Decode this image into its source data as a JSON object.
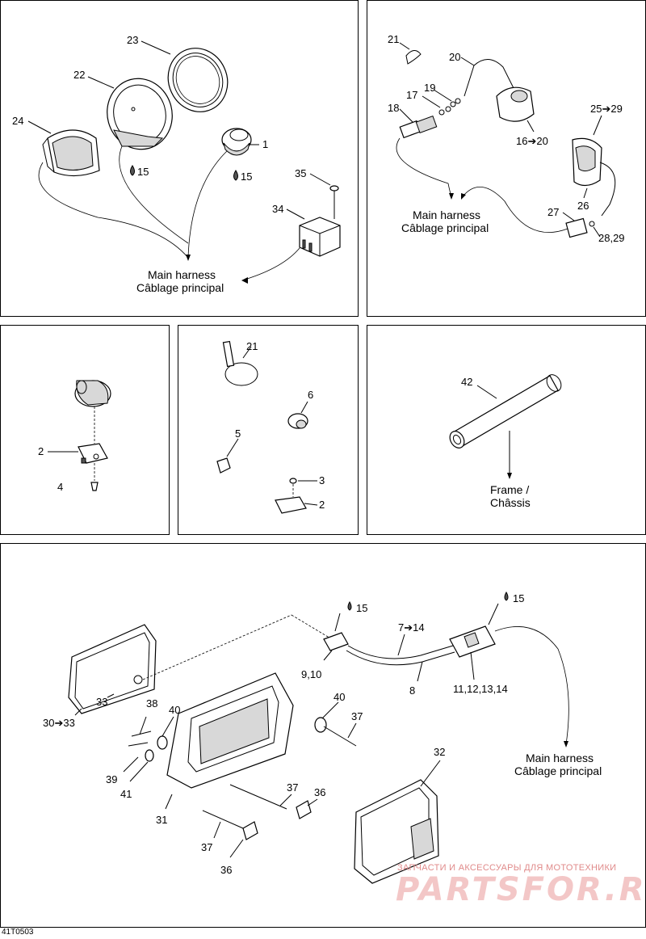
{
  "panel1": {
    "labels": {
      "p24": "24",
      "p23": "23",
      "p22": "22",
      "p1": "1",
      "p15a": "15",
      "p15b": "15",
      "p35": "35",
      "p34": "34"
    },
    "harness_en": "Main harness",
    "harness_fr": "Câblage principal"
  },
  "panel2": {
    "labels": {
      "p21": "21",
      "p20": "20",
      "p19": "19",
      "p17": "17",
      "p18": "18",
      "p16": "16➔20",
      "p25": "25➔29",
      "p26": "26",
      "p27": "27",
      "p28": "28,29"
    },
    "harness_en": "Main harness",
    "harness_fr": "Câblage principal"
  },
  "panel3": {
    "labels": {
      "p2": "2",
      "p4": "4"
    }
  },
  "panel4": {
    "labels": {
      "p21": "21",
      "p6": "6",
      "p5": "5",
      "p3": "3",
      "p2": "2"
    }
  },
  "panel5": {
    "labels": {
      "p42": "42"
    },
    "frame_en": "Frame /",
    "frame_fr": "Châssis"
  },
  "panel6": {
    "labels": {
      "p15a": "15",
      "p15b": "15",
      "p7": "7➔14",
      "p910": "9,10",
      "p8": "8",
      "p1114": "11,12,13,14",
      "p38": "38",
      "p40a": "40",
      "p40b": "40",
      "p37a": "37",
      "p33": "33",
      "p3033": "30➔33",
      "p39": "39",
      "p41": "41",
      "p31": "31",
      "p32": "32",
      "p37b": "37",
      "p36a": "36",
      "p37c": "37",
      "p36b": "36"
    },
    "harness_en": "Main harness",
    "harness_fr": "Câblage principal"
  },
  "footer_code": "41T0503",
  "watermark": {
    "small": "ЗАПЧАСТИ И АКСЕССУАРЫ ДЛЯ МОТОТЕХНИКИ",
    "big": "PARTSFOR.RU"
  },
  "colors": {
    "line": "#000000",
    "background": "#ffffff",
    "watermark": "#e08a8a"
  }
}
